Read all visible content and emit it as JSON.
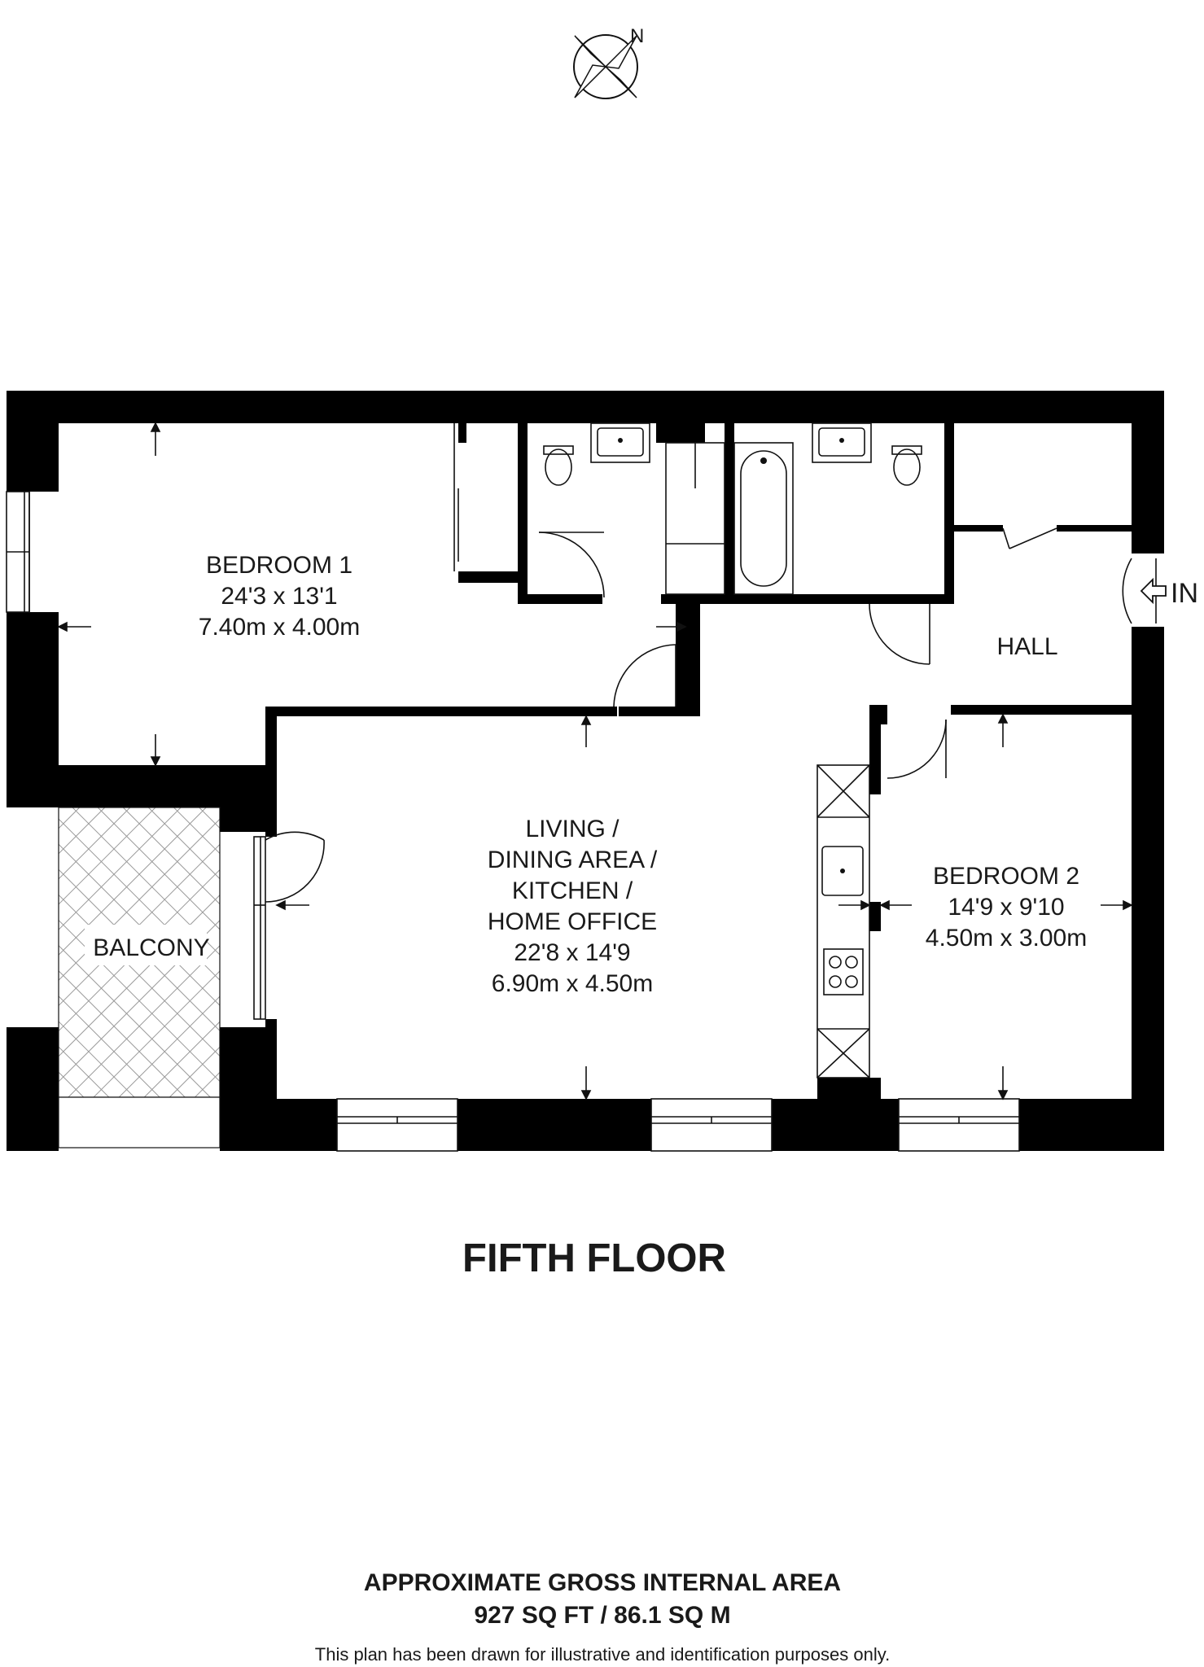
{
  "compass": {
    "north_label": "N"
  },
  "rooms": {
    "bedroom1": {
      "name": "BEDROOM 1",
      "imperial": "24'3 x 13'1",
      "metric": "7.40m x 4.00m"
    },
    "living": {
      "line1": "LIVING /",
      "line2": "DINING AREA /",
      "line3": "KITCHEN /",
      "line4": "HOME OFFICE",
      "imperial": "22'8 x 14'9",
      "metric": "6.90m x 4.50m"
    },
    "bedroom2": {
      "name": "BEDROOM 2",
      "imperial": "14'9 x 9'10",
      "metric": "4.50m x 3.00m"
    },
    "hall": {
      "name": "HALL"
    },
    "balcony": {
      "name": "BALCONY"
    }
  },
  "entrance": {
    "label": "IN"
  },
  "floor": {
    "title": "FIFTH FLOOR"
  },
  "area": {
    "heading": "APPROXIMATE GROSS INTERNAL AREA",
    "value": "927 SQ FT / 86.1 SQ M"
  },
  "disclaimer": "This plan has been drawn for illustrative and identification purposes only."
}
